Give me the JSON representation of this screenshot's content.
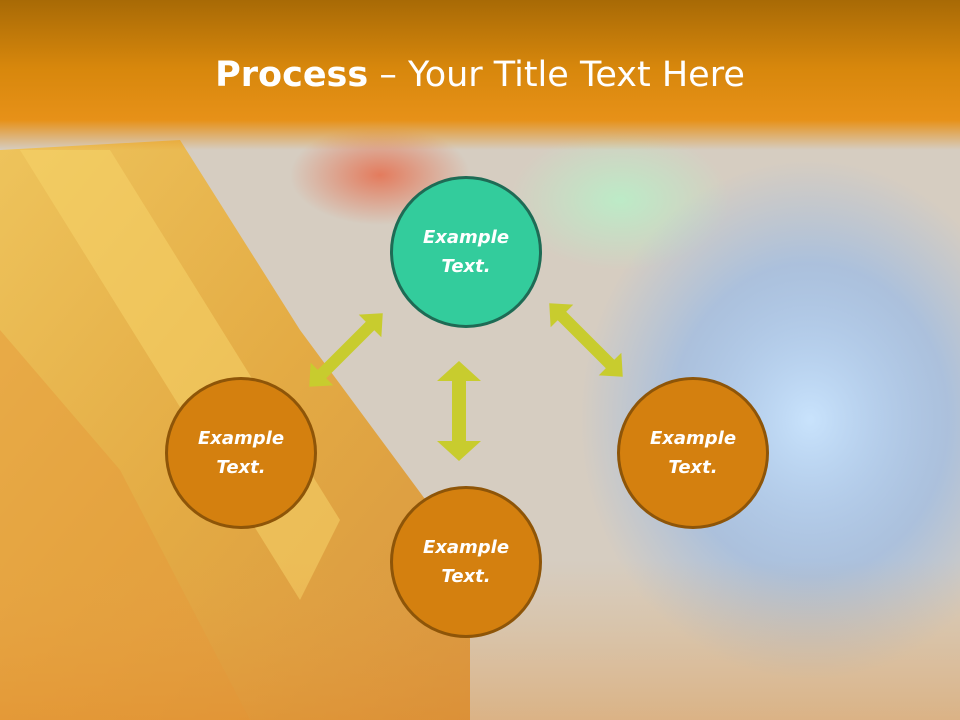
{
  "slide": {
    "title_bold": "Process",
    "title_rest": " – Your Title Text Here"
  },
  "nodes": {
    "top": {
      "line1": "Example",
      "line2": "Text."
    },
    "left": {
      "line1": "Example",
      "line2": "Text."
    },
    "right": {
      "line1": "Example",
      "line2": "Text."
    },
    "bottom": {
      "line1": "Example",
      "line2": "Text."
    }
  },
  "colors": {
    "accent_orange": "#d4800f",
    "accent_teal": "#33cc9c",
    "arrow": "#c8cc2e",
    "title_bar": "#e08d14"
  }
}
